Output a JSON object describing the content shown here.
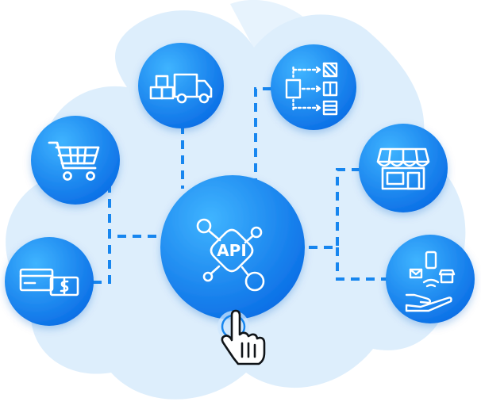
{
  "diagram": {
    "center_node": {
      "label": "API",
      "icon": "api-hub-icon"
    },
    "nodes": [
      {
        "id": "shipping",
        "icon": "boxes-truck-icon"
      },
      {
        "id": "process-flow",
        "icon": "flowchart-icon"
      },
      {
        "id": "shopping-cart",
        "icon": "shopping-cart-icon"
      },
      {
        "id": "storefront",
        "icon": "storefront-icon"
      },
      {
        "id": "payments",
        "icon": "credit-card-cash-icon"
      },
      {
        "id": "mobile-commerce",
        "icon": "hand-devices-icon"
      }
    ],
    "pointer": {
      "icon": "hand-pointer-icon"
    }
  },
  "colors": {
    "node_blue_light": "#2ea9ff",
    "node_blue_dark": "#0b6fe6",
    "connector": "#1786ef",
    "background_blob": "#ddeefc",
    "glyph_stroke": "#ffffff"
  }
}
